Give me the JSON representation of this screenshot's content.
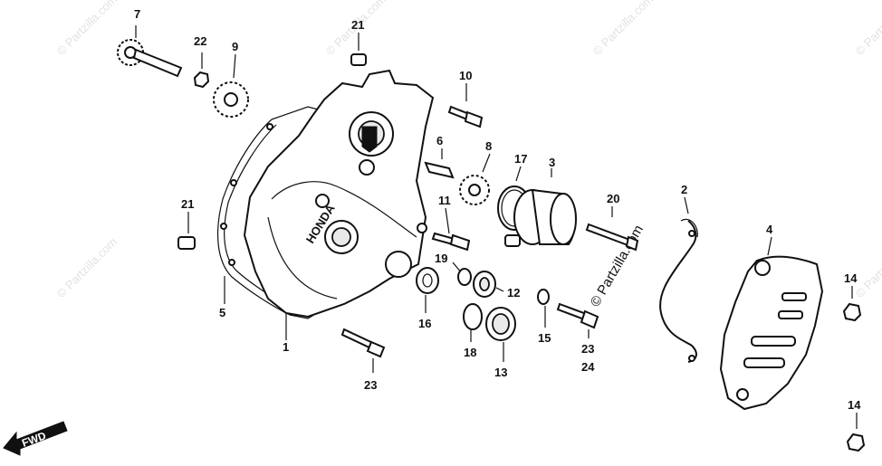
{
  "watermark": {
    "text": "© Partzilla.com",
    "center_text": "© Partzilla.com"
  },
  "fwd_label": "FWD",
  "callouts": {
    "c1": "1",
    "c2": "2",
    "c3": "3",
    "c4": "4",
    "c5": "5",
    "c6": "6",
    "c7": "7",
    "c8": "8",
    "c9": "9",
    "c10": "10",
    "c11": "11",
    "c12": "12",
    "c13": "13",
    "c14a": "14",
    "c14b": "14",
    "c15": "15",
    "c16": "16",
    "c17": "17",
    "c18": "18",
    "c19": "19",
    "c20": "20",
    "c21a": "21",
    "c21b": "21",
    "c22": "22",
    "c23a": "23",
    "c23b": "23",
    "c24": "24"
  },
  "cover_text": "HONDA"
}
